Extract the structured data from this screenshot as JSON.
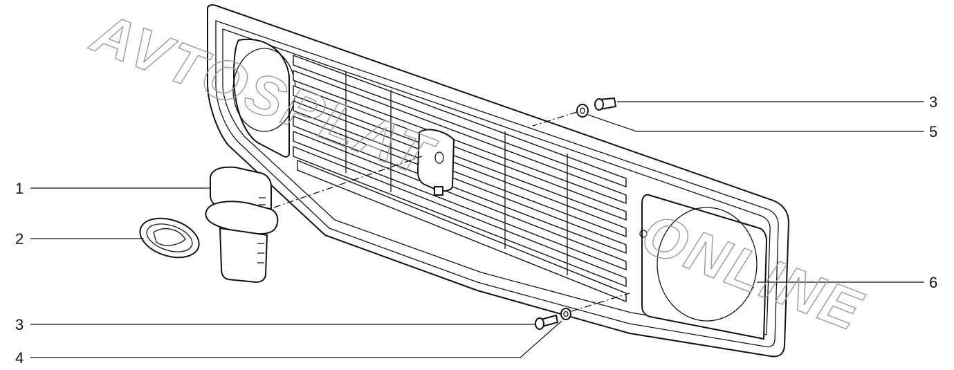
{
  "watermark": {
    "line1": "AVTOSPLAT",
    "line2": "ONLINE"
  },
  "callouts": [
    {
      "id": "callout-1",
      "number": "1"
    },
    {
      "id": "callout-2",
      "number": "2"
    },
    {
      "id": "callout-3-lower",
      "number": "3"
    },
    {
      "id": "callout-4",
      "number": "4"
    },
    {
      "id": "callout-3-upper",
      "number": "3"
    },
    {
      "id": "callout-5",
      "number": "5"
    },
    {
      "id": "callout-6",
      "number": "6"
    }
  ]
}
